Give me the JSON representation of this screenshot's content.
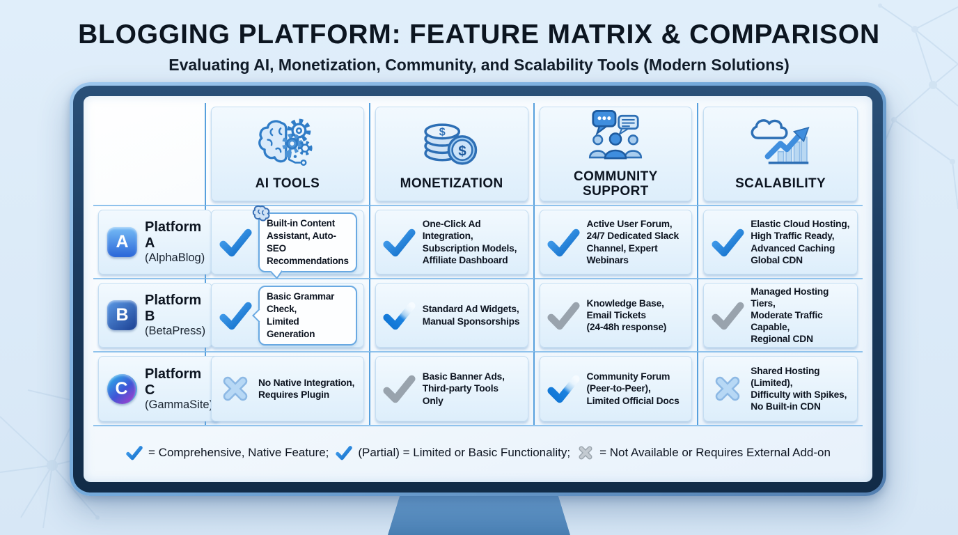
{
  "page_title": "BLOGGING PLATFORM: FEATURE MATRIX & COMPARISON",
  "page_subtitle": "Evaluating AI, Monetization, Community, and Scalability Tools (Modern Solutions)",
  "table": {
    "columns": [
      {
        "label": "AI TOOLS",
        "icon": "brain-gears-icon"
      },
      {
        "label": "MONETIZATION",
        "icon": "coin-stack-dollar-icon"
      },
      {
        "label": "COMMUNITY\nSUPPORT",
        "icon": "chat-bubbles-people-icon"
      },
      {
        "label": "SCALABILITY",
        "icon": "cloud-growth-arrow-icon"
      }
    ],
    "rows": [
      {
        "platform": {
          "name": "Platform A",
          "alias": "(AlphaBlog)",
          "badge": "A"
        },
        "ai": {
          "status": "full",
          "text": "Built-in Content\nAssistant, Auto-SEO\nRecommendations"
        },
        "monetization": {
          "status": "full",
          "text": "One-Click Ad Integration,\nSubscription Models,\nAffiliate Dashboard"
        },
        "community": {
          "status": "full",
          "text": "Active User Forum,\n24/7 Dedicated Slack\nChannel, Expert Webinars"
        },
        "scalability": {
          "status": "full",
          "text": "Elastic Cloud Hosting,\nHigh Traffic Ready,\nAdvanced Caching\nGlobal CDN"
        }
      },
      {
        "platform": {
          "name": "Platform B",
          "alias": "(BetaPress)",
          "badge": "B"
        },
        "ai": {
          "status": "full",
          "text": "Basic Grammar Check,\nLimited Generation"
        },
        "monetization": {
          "status": "partial",
          "text": "Standard Ad Widgets,\nManual Sponsorships"
        },
        "community": {
          "status": "gray",
          "text": "Knowledge Base,\nEmail Tickets\n(24-48h response)"
        },
        "scalability": {
          "status": "gray",
          "text": "Managed Hosting Tiers,\nModerate Traffic Capable,\nRegional CDN"
        }
      },
      {
        "platform": {
          "name": "Platform C",
          "alias": "(GammaSite)",
          "badge": "C"
        },
        "ai": {
          "status": "x",
          "text": "No Native Integration,\nRequires Plugin"
        },
        "monetization": {
          "status": "gray",
          "text": "Basic Banner Ads,\nThird-party Tools Only"
        },
        "community": {
          "status": "partial",
          "text": "Community Forum\n(Peer-to-Peer),\nLimited Official Docs"
        },
        "scalability": {
          "status": "x",
          "text": "Shared Hosting (Limited),\nDifficulty with Spikes,\nNo Built-in CDN"
        }
      }
    ]
  },
  "legend": {
    "items": [
      {
        "status": "full",
        "icon": "blue-check-icon",
        "text": "= Comprehensive, Native Feature;"
      },
      {
        "status": "full",
        "icon": "blue-check-icon",
        "text": "(Partial) = Limited or Basic Functionality;"
      },
      {
        "status": "xgray",
        "icon": "gray-x-icon",
        "text": "= Not Available or Requires External Add-on"
      }
    ]
  },
  "colors": {
    "check_blue": "#1079d6",
    "muted_gray": "#99a3ad",
    "x_light_blue": "#b7d8f5",
    "frame_navy": "#1a3a5e",
    "grid_line_blue": "#57a0dd",
    "background": "#dcebf8"
  }
}
